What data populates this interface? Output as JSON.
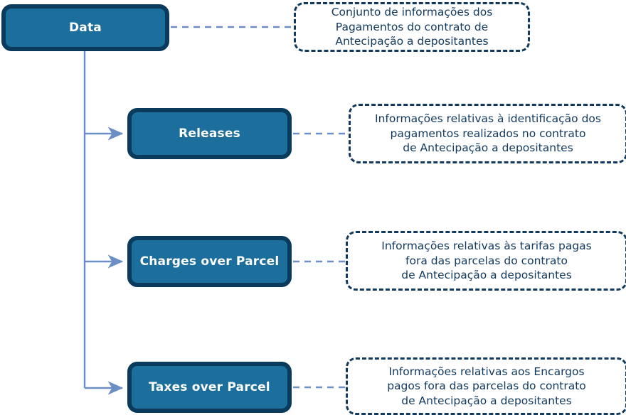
{
  "diagram": {
    "type": "hierarchy-tree",
    "title": "Data",
    "colors": {
      "node_fill": "#1c6e9c",
      "node_border": "#0a3a5c",
      "node_text": "#ffffff",
      "note_border": "#12395e",
      "note_text": "#12395e",
      "connector": "#6b8fc4",
      "background": "#ffffff"
    },
    "root": {
      "label": "Data",
      "note": "Conjunto de informações dos\nPagamentos do contrato de\nAntecipação a depositantes"
    },
    "children": [
      {
        "label": "Releases",
        "note": "Informações relativas à identificação dos\npagamentos realizados no contrato\nde Antecipação a depositantes"
      },
      {
        "label": "Charges over Parcel",
        "note": "Informações relativas às tarifas pagas\nfora das parcelas do contrato\nde Antecipação a depositantes"
      },
      {
        "label": "Taxes over Parcel",
        "note": "Informações relativas aos Encargos\npagos fora das parcelas do contrato\nde Antecipação a depositantes"
      }
    ]
  }
}
